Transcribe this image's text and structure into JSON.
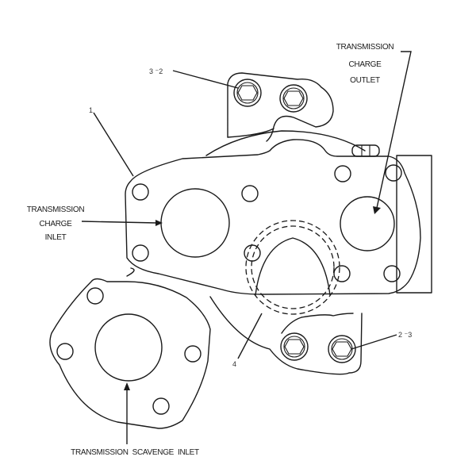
{
  "diagram": {
    "labels": {
      "charge_outlet": [
        "TRANSMISSION",
        "CHARGE",
        "OUTLET"
      ],
      "charge_inlet": [
        "TRANSMISSION",
        "CHARGE",
        "INLET"
      ],
      "scavenge_inlet": "TRANSMISSION  SCAVENGE  INLET"
    },
    "callouts": {
      "top_bolts": "3 ⁻2",
      "right_bolts": "2 ⁻3",
      "housing": "1",
      "gasket": "4"
    },
    "line_color": "#1a1a1a",
    "background": "#ffffff"
  }
}
